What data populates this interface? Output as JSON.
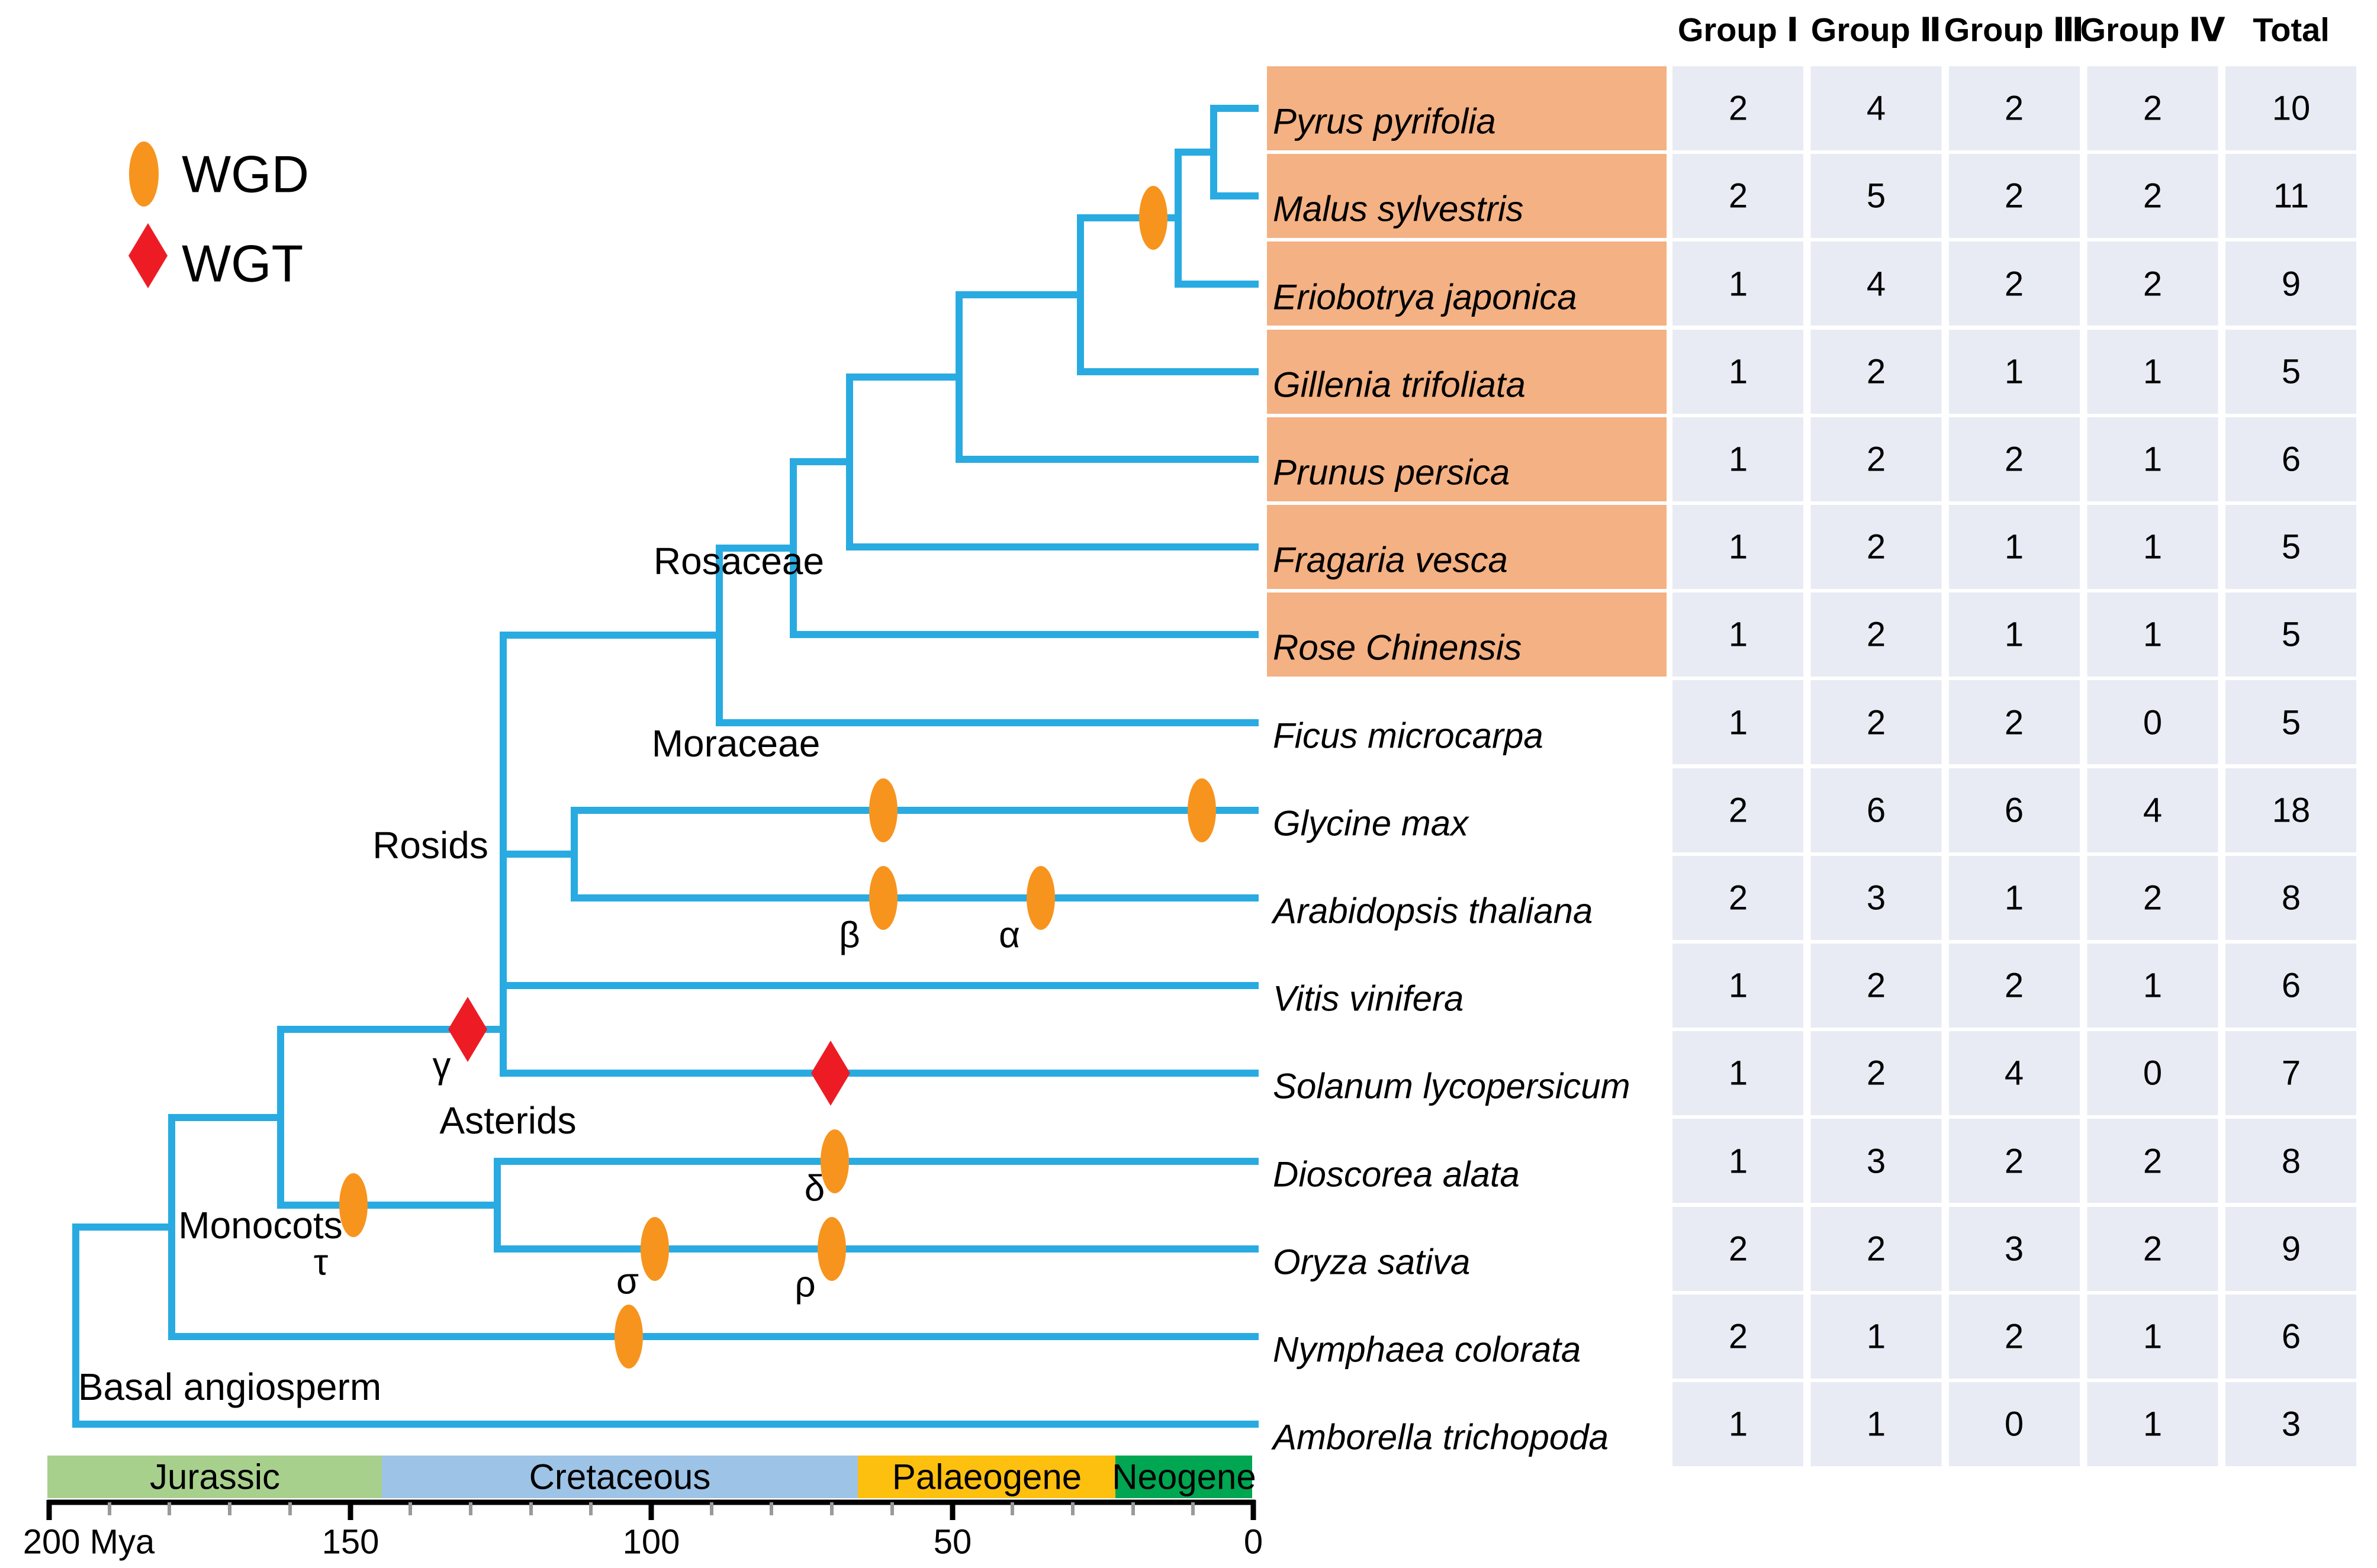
{
  "legend": {
    "wgd_label": "WGD",
    "wgt_label": "WGT"
  },
  "clade_labels": {
    "rosaceae": "Rosaceae",
    "moraceae": "Moraceae",
    "rosids": "Rosids",
    "asterids": "Asterids",
    "monocots": "Monocots",
    "basal_angiosperm": "Basal angiosperm"
  },
  "event_labels": {
    "gamma": "γ",
    "beta": "β",
    "alpha": "α",
    "delta": "δ",
    "tau": "τ",
    "sigma": "σ",
    "rho": "ρ"
  },
  "table": {
    "headers": [
      "Group Ⅰ",
      "Group Ⅱ",
      "Group Ⅲ",
      "Group Ⅳ",
      "Total"
    ],
    "rows": [
      {
        "species": "Pyrus pyrifolia",
        "highlighted": true,
        "values": [
          2,
          4,
          2,
          2,
          10
        ]
      },
      {
        "species": "Malus sylvestris",
        "highlighted": true,
        "values": [
          2,
          5,
          2,
          2,
          11
        ]
      },
      {
        "species": "Eriobotrya japonica",
        "highlighted": true,
        "values": [
          1,
          4,
          2,
          2,
          9
        ]
      },
      {
        "species": "Gillenia trifoliata",
        "highlighted": true,
        "values": [
          1,
          2,
          1,
          1,
          5
        ]
      },
      {
        "species": "Prunus persica",
        "highlighted": true,
        "values": [
          1,
          2,
          2,
          1,
          6
        ]
      },
      {
        "species": "Fragaria vesca",
        "highlighted": true,
        "values": [
          1,
          2,
          1,
          1,
          5
        ]
      },
      {
        "species": "Rose Chinensis",
        "highlighted": true,
        "values": [
          1,
          2,
          1,
          1,
          5
        ]
      },
      {
        "species": "Ficus microcarpa",
        "highlighted": false,
        "values": [
          1,
          2,
          2,
          0,
          5
        ]
      },
      {
        "species": "Glycine max",
        "highlighted": false,
        "values": [
          2,
          6,
          6,
          4,
          18
        ]
      },
      {
        "species": "Arabidopsis thaliana",
        "highlighted": false,
        "values": [
          2,
          3,
          1,
          2,
          8
        ]
      },
      {
        "species": "Vitis vinifera",
        "highlighted": false,
        "values": [
          1,
          2,
          2,
          1,
          6
        ]
      },
      {
        "species": "Solanum lycopersicum",
        "highlighted": false,
        "values": [
          1,
          2,
          4,
          0,
          7
        ]
      },
      {
        "species": "Dioscorea alata",
        "highlighted": false,
        "values": [
          1,
          3,
          2,
          2,
          8
        ]
      },
      {
        "species": "Oryza sativa",
        "highlighted": false,
        "values": [
          2,
          2,
          3,
          2,
          9
        ]
      },
      {
        "species": "Nymphaea colorata",
        "highlighted": false,
        "values": [
          2,
          1,
          2,
          1,
          6
        ]
      },
      {
        "species": "Amborella trichopoda",
        "highlighted": false,
        "values": [
          1,
          1,
          0,
          1,
          3
        ]
      }
    ]
  },
  "timeline": {
    "eras": [
      {
        "name": "Jurassic",
        "color": "#a8d08d",
        "start_mya": 200,
        "end_mya": 145
      },
      {
        "name": "Cretaceous",
        "color": "#9dc3e6",
        "start_mya": 145,
        "end_mya": 66
      },
      {
        "name": "Palaeogene",
        "color": "#fdc00f",
        "start_mya": 66,
        "end_mya": 23
      },
      {
        "name": "Neogene",
        "color": "#00a651",
        "start_mya": 23,
        "end_mya": 0
      }
    ],
    "tick_labels": [
      "200 Mya",
      "150",
      "100",
      "50",
      "0"
    ],
    "axis_range_mya": [
      200,
      0
    ]
  },
  "colors": {
    "tree_branch": "#29abe2",
    "wgd_marker": "#f7941e",
    "wgt_marker": "#ed1c24",
    "rosaceae_highlight": "#f4b183",
    "table_cell_bg": "#e8ebf4"
  },
  "chart_data": {
    "type": "table",
    "title": "",
    "description": "Phylogenetic tree of 16 plant species with WGD/WGT events and gene counts per group",
    "categories": [
      "Group Ⅰ",
      "Group Ⅱ",
      "Group Ⅲ",
      "Group Ⅳ",
      "Total"
    ],
    "series": [
      {
        "name": "Pyrus pyrifolia",
        "values": [
          2,
          4,
          2,
          2,
          10
        ]
      },
      {
        "name": "Malus sylvestris",
        "values": [
          2,
          5,
          2,
          2,
          11
        ]
      },
      {
        "name": "Eriobotrya japonica",
        "values": [
          1,
          4,
          2,
          2,
          9
        ]
      },
      {
        "name": "Gillenia trifoliata",
        "values": [
          1,
          2,
          1,
          1,
          5
        ]
      },
      {
        "name": "Prunus persica",
        "values": [
          1,
          2,
          2,
          1,
          6
        ]
      },
      {
        "name": "Fragaria vesca",
        "values": [
          1,
          2,
          1,
          1,
          5
        ]
      },
      {
        "name": "Rose Chinensis",
        "values": [
          1,
          2,
          1,
          1,
          5
        ]
      },
      {
        "name": "Ficus microcarpa",
        "values": [
          1,
          2,
          2,
          0,
          5
        ]
      },
      {
        "name": "Glycine max",
        "values": [
          2,
          6,
          6,
          4,
          18
        ]
      },
      {
        "name": "Arabidopsis thaliana",
        "values": [
          2,
          3,
          1,
          2,
          8
        ]
      },
      {
        "name": "Vitis vinifera",
        "values": [
          1,
          2,
          2,
          1,
          6
        ]
      },
      {
        "name": "Solanum lycopersicum",
        "values": [
          1,
          2,
          4,
          0,
          7
        ]
      },
      {
        "name": "Dioscorea alata",
        "values": [
          1,
          3,
          2,
          2,
          8
        ]
      },
      {
        "name": "Oryza sativa",
        "values": [
          2,
          2,
          3,
          2,
          9
        ]
      },
      {
        "name": "Nymphaea colorata",
        "values": [
          2,
          1,
          2,
          1,
          6
        ]
      },
      {
        "name": "Amborella trichopoda",
        "values": [
          1,
          1,
          0,
          1,
          3
        ]
      }
    ],
    "tree_events": {
      "WGD": [
        "apple clade (Pyrus/Malus/Eriobotrya ancestor)",
        "Glycine max ×2",
        "Arabidopsis β",
        "Arabidopsis α",
        "Dioscorea δ",
        "Oryza σ",
        "Oryza ρ",
        "Nymphaea colorata",
        "Monocots τ"
      ],
      "WGT": [
        "core eudicots γ",
        "Solanum lycopersicum"
      ]
    },
    "x_axis": {
      "label": "Mya",
      "range": [
        200,
        0
      ],
      "era_boundaries_mya": [
        145,
        66,
        23
      ]
    }
  }
}
